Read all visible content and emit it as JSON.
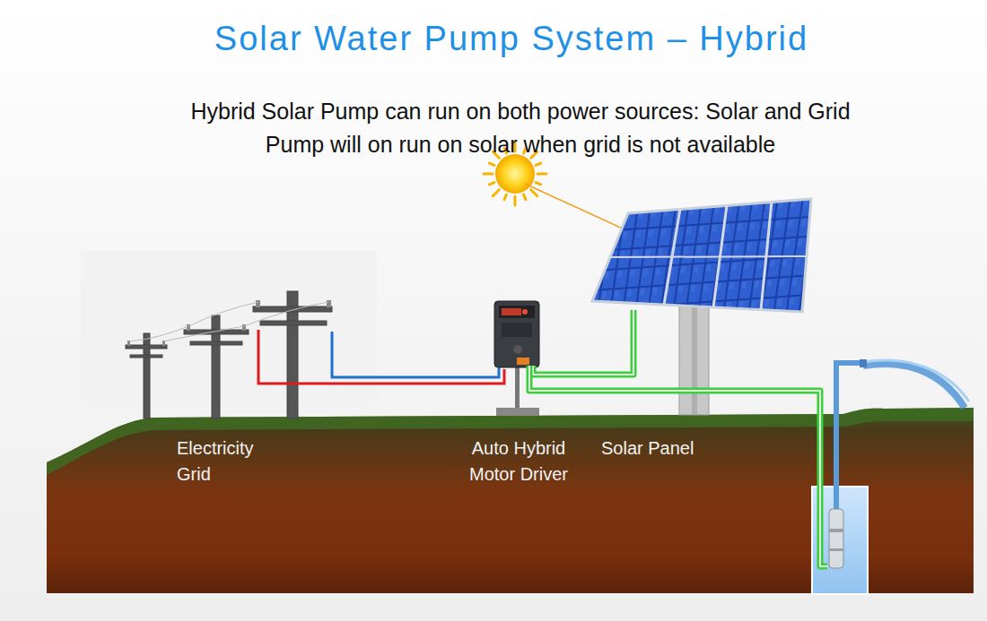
{
  "diagram": {
    "title": "Solar Water Pump System – Hybrid",
    "labels": [
      "Hybrid Solar Pump can run on both power sources: Solar and Grid",
      "Pump will on run on solar when grid is not available",
      "Electricity Grid",
      "Auto Hybrid Motor Driver",
      "Solar Panel"
    ]
  }
}
